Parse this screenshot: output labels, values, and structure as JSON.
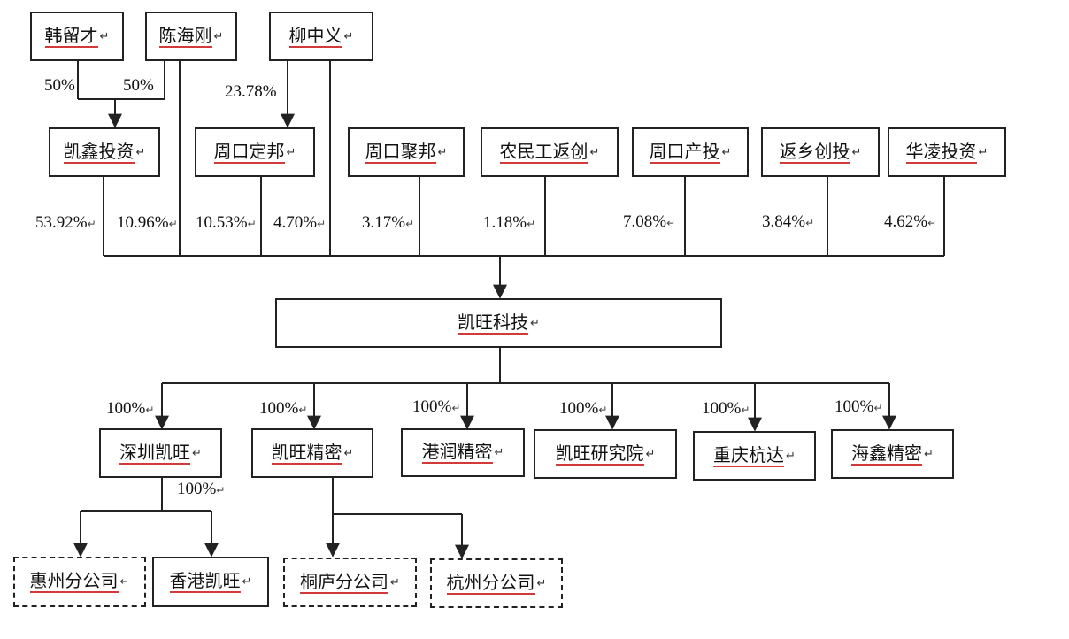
{
  "entities": {
    "han_liucai": "韩留才",
    "chen_haigang": "陈海刚",
    "liu_zhongyi": "柳中义",
    "kaixin_touzi": "凯鑫投资",
    "zhoukou_dingbang": "周口定邦",
    "zhoukou_jubang": "周口聚邦",
    "nongmingong_fanchuang": "农民工返创",
    "zhoukou_chantou": "周口产投",
    "fanxiang_chuangtou": "返乡创投",
    "hualing_touzi": "华凌投资",
    "kaiwang_keji": "凯旺科技",
    "shenzhen_kaiwang": "深圳凯旺",
    "kaiwang_jingmi": "凯旺精密",
    "gangrun_jingmi": "港润精密",
    "kaiwang_yanjiuyuan": "凯旺研究院",
    "chongqing_hangda": "重庆杭达",
    "haixin_jingmi": "海鑫精密",
    "huizhou_fengongsi": "惠州分公司",
    "xianggang_kaiwang": "香港凯旺",
    "tonglu_fengongsi": "桐庐分公司",
    "hangzhou_fengongsi": "杭州分公司"
  },
  "ownership": {
    "han_to_kaixin": "50%",
    "chen_to_kaixin": "50%",
    "liu_to_dingbang": "23.78%",
    "kaixin_to_kaiwang": "53.92%",
    "chen_to_kaiwang": "10.96%",
    "dingbang_to_kaiwang": "10.53%",
    "liu_to_kaiwang": "4.70%",
    "jubang_to_kaiwang": "3.17%",
    "nongmingong_to_kaiwang": "1.18%",
    "chantou_to_kaiwang": "7.08%",
    "fanxiang_to_kaiwang": "3.84%",
    "hualing_to_kaiwang": "4.62%",
    "kaiwang_to_shenzhen": "100%",
    "kaiwang_to_jingmi": "100%",
    "kaiwang_to_gangrun": "100%",
    "kaiwang_to_yanjiuyuan": "100%",
    "kaiwang_to_chongqing": "100%",
    "kaiwang_to_haixin": "100%",
    "shenzhen_to_hongkong": "100%"
  },
  "paragraph_mark": "↵",
  "colors": {
    "line": "#222222",
    "spellcheck_underline": "#d23a3a"
  }
}
